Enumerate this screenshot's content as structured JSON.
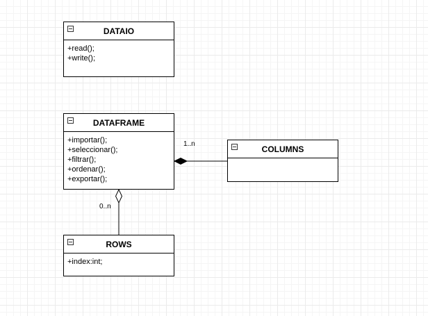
{
  "diagram": {
    "classes": {
      "dataio": {
        "name": "DATAIO",
        "members": [
          "+read();",
          "+write();"
        ]
      },
      "dataframe": {
        "name": "DATAFRAME",
        "members": [
          "+importar();",
          "+seleccionar();",
          "+filtrar();",
          "+ordenar();",
          "+exportar();"
        ]
      },
      "columns": {
        "name": "COLUMNS",
        "members": []
      },
      "rows": {
        "name": "ROWS",
        "members": [
          "+index:int;"
        ]
      }
    },
    "relations": {
      "composition": {
        "from": "DATAFRAME",
        "to": "COLUMNS",
        "multiplicity": "1..n"
      },
      "aggregation": {
        "from": "DATAFRAME",
        "to": "ROWS",
        "multiplicity": "0..n"
      }
    }
  }
}
